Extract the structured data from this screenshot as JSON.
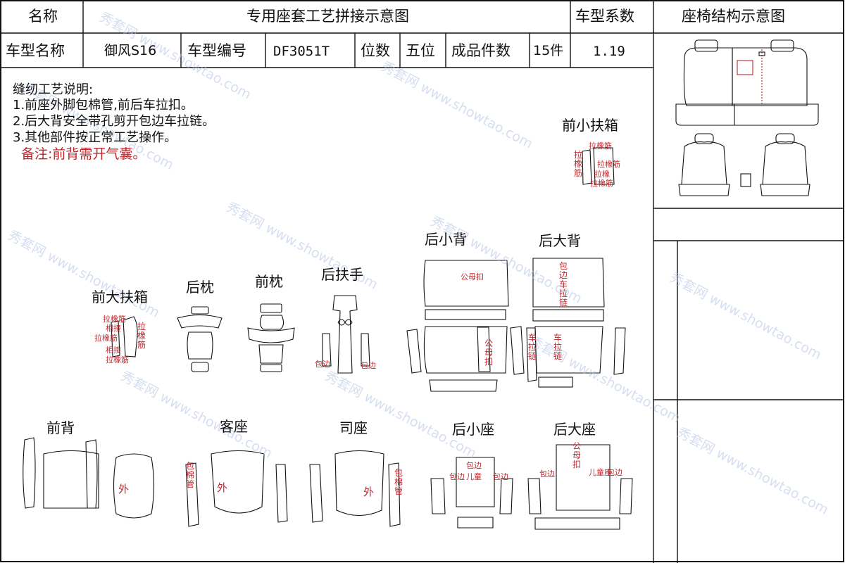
{
  "header": {
    "name_label": "名称",
    "title": "专用座套工艺拼接示意图",
    "coeff_label": "车型系数",
    "structure_label": "座椅结构示意图"
  },
  "info": {
    "model_name_label": "车型名称",
    "model_name": "御风S16",
    "model_code_label": "车型编号",
    "model_code": "DF3051T",
    "seats_label": "位数",
    "seats": "五位",
    "pieces_label": "成品件数",
    "pieces": "15件",
    "coefficient": "1.19"
  },
  "notes": {
    "heading": "缝纫工艺说明:",
    "items": [
      "1.前座外脚包棉管,前后车拉扣。",
      "2.后大背安全带孔剪开包边车拉链。",
      "3.其他部件按正常工艺操作。"
    ],
    "remark": "备注:前背需开气囊。"
  },
  "parts": {
    "front_small_armrest": "前小扶箱",
    "front_big_armrest": "前大扶箱",
    "rear_headrest": "后枕",
    "front_headrest": "前枕",
    "rear_armrest": "后扶手",
    "rear_small_back": "后小背",
    "rear_big_back": "后大背",
    "front_back": "前背",
    "passenger_seat": "客座",
    "driver_seat": "司座",
    "rear_small_seat": "后小座",
    "rear_big_seat": "后大座"
  },
  "annotations": {
    "rubber_band": "拉橡筋",
    "rubber": "拉橡",
    "jin": "筋",
    "rubber_band_connect": "相接",
    "male_female_button": "公母扣",
    "binding": "包边",
    "binding_zipper": "包边车拉链",
    "car_zipper": "车拉链",
    "binding_tube": "包棉管",
    "outer": "外",
    "child_seat": "儿童",
    "child_seat_two": "儿童座"
  },
  "watermark": {
    "brand": "秀套网",
    "site": "www.showtao.com"
  }
}
